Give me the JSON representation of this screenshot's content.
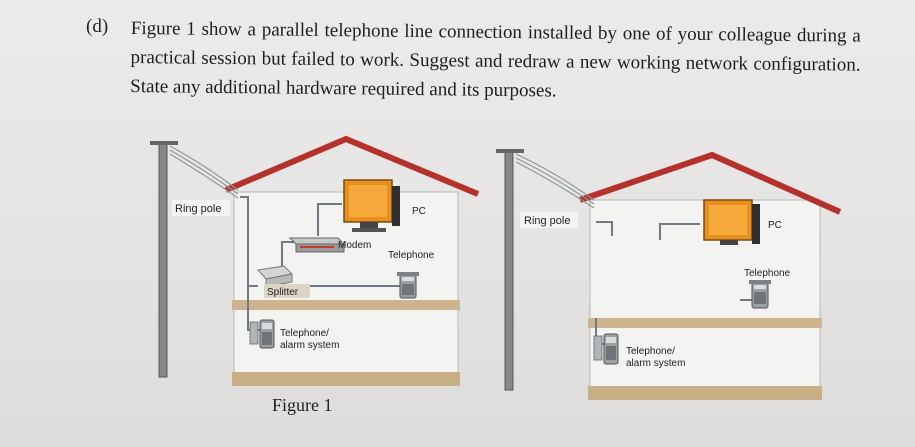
{
  "question": {
    "number": "(d)",
    "text": "Figure 1 show a parallel telephone line connection installed by one of your colleague during a practical session but failed to work. Suggest and redraw a new working network configuration. State any additional hardware required and its purposes."
  },
  "figure_left": {
    "ring_pole": "Ring pole",
    "pc": "PC",
    "modem": "Modem",
    "telephone": "Telephone",
    "splitter": "Splitter",
    "alarm_line1": "Telephone/",
    "alarm_line2": "alarm system"
  },
  "figure_right": {
    "ring_pole": "Ring pole",
    "pc": "PC",
    "telephone": "Telephone",
    "alarm_line1": "Telephone/",
    "alarm_line2": "alarm system"
  },
  "caption": "Figure 1",
  "colors": {
    "roof": "#b5312b",
    "floor": "#cdb48c",
    "wall": "#f2f2f0",
    "monitor": "#e8901f",
    "wire": "#6f7a82"
  }
}
